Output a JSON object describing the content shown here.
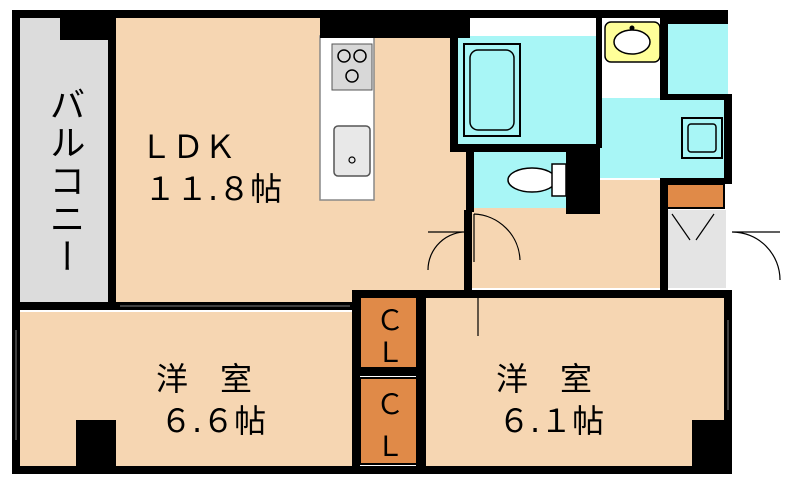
{
  "plan": {
    "balcony": {
      "label": "バルコニー"
    },
    "ldk": {
      "name": "ＬＤＫ",
      "size": "１１.８帖"
    },
    "bedroom_left": {
      "name": "洋　室",
      "size": "６.６帖"
    },
    "bedroom_right": {
      "name": "洋　室",
      "size": "６.１帖"
    },
    "closet_upper": {
      "line1": "Ｃ",
      "line2": "Ｌ"
    },
    "closet_lower": {
      "line1": "Ｃ",
      "line2": "Ｌ"
    }
  },
  "colors": {
    "room": "#f6d6b2",
    "wet": "#a8f6f6",
    "balcony": "#dcdcdc",
    "storage": "#e08a48",
    "wall": "#000000",
    "entrance": "#e4e4e4"
  }
}
